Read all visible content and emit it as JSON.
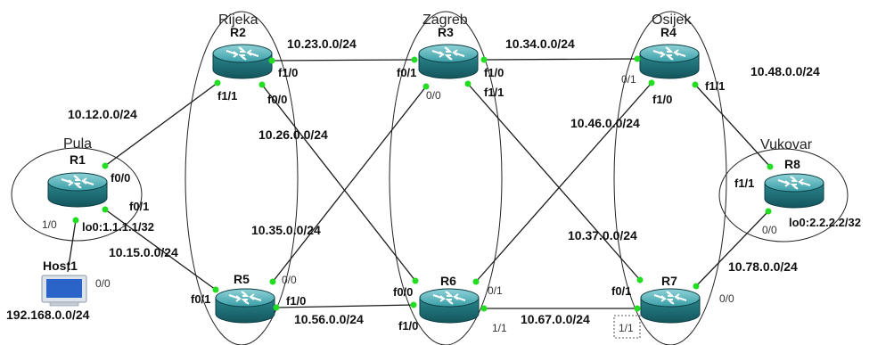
{
  "zones": [
    {
      "id": "rijeka",
      "label": "Rijeka"
    },
    {
      "id": "zagreb",
      "label": "Zagreb"
    },
    {
      "id": "osijek",
      "label": "Osijek"
    },
    {
      "id": "pula",
      "label": "Pula"
    },
    {
      "id": "vukovar",
      "label": "Vukovar"
    }
  ],
  "routers": [
    {
      "id": "R1",
      "label": "R1"
    },
    {
      "id": "R2",
      "label": "R2"
    },
    {
      "id": "R3",
      "label": "R3"
    },
    {
      "id": "R4",
      "label": "R4"
    },
    {
      "id": "R5",
      "label": "R5"
    },
    {
      "id": "R6",
      "label": "R6"
    },
    {
      "id": "R7",
      "label": "R7"
    },
    {
      "id": "R8",
      "label": "R8"
    }
  ],
  "host": {
    "label": "Host1",
    "subnet": "192.168.0.0/24"
  },
  "networks": [
    {
      "id": "n12",
      "label": "10.12.0.0/24"
    },
    {
      "id": "n23",
      "label": "10.23.0.0/24"
    },
    {
      "id": "n34",
      "label": "10.34.0.0/24"
    },
    {
      "id": "n48",
      "label": "10.48.0.0/24"
    },
    {
      "id": "n26",
      "label": "10.26.0.0/24"
    },
    {
      "id": "n46",
      "label": "10.46.0.0/24"
    },
    {
      "id": "n15",
      "label": "10.15.0.0/24"
    },
    {
      "id": "n35",
      "label": "10.35.0.0/24"
    },
    {
      "id": "n37",
      "label": "10.37.0.0/24"
    },
    {
      "id": "n78",
      "label": "10.78.0.0/24"
    },
    {
      "id": "n56",
      "label": "10.56.0.0/24"
    },
    {
      "id": "n67",
      "label": "10.67.0.0/24"
    }
  ],
  "interfaces": {
    "r2_f10": "f1/0",
    "r2_f11": "f1/1",
    "r2_f00": "f0/0",
    "r3_f01": "f0/1",
    "r3_f10": "f1/0",
    "r3_f11": "f1/1",
    "r3_00": "0/0",
    "r4_01": "0/1",
    "r4_f10": "f1/0",
    "r4_f11": "f1/1",
    "r1_f00": "f0/0",
    "r1_f01": "f0/1",
    "r1_10": "1/0",
    "r1_lo": "lo0:1.1.1.1/32",
    "r8_f11": "f1/1",
    "r8_00": "0/0",
    "r8_lo": "lo0:2.2.2.2/32",
    "r5_f01": "f0/1",
    "r5_f10": "f1/0",
    "r5_00": "0/0",
    "r6_f00": "f0/0",
    "r6_f10": "f1/0",
    "r6_01": "0/1",
    "r6_11": "1/1",
    "r7_f01": "f0/1",
    "r7_00": "0/0",
    "r7_11": "1/1",
    "host_00": "0/0"
  },
  "colors": {
    "link": "#1a1a1a",
    "port": "#22dd22",
    "router_top": "#3aa0a8",
    "router_side": "#1f6f78"
  }
}
